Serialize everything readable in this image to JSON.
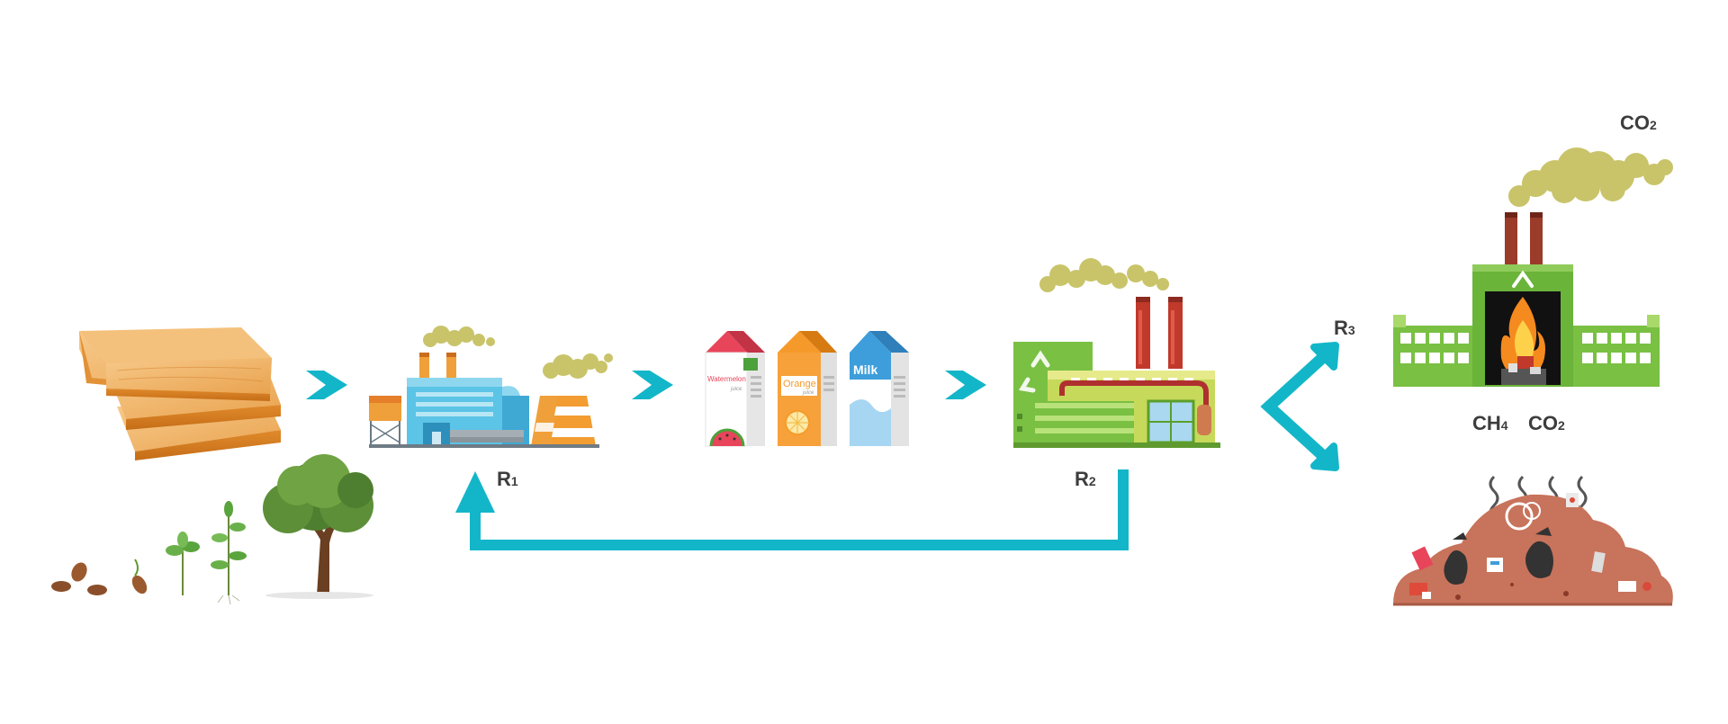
{
  "colors": {
    "flow_arrow": "#13b6c8",
    "smoke": "#c9c46a",
    "wood": "#e9a34f",
    "factory_blue": "#5cc4e6",
    "factory_green": "#79c043",
    "landfill": "#c8735b",
    "label": "#3d3d3d"
  },
  "stages": [
    {
      "name": "wood-planks",
      "icon": "wood-planks-icon"
    },
    {
      "name": "tree-growth",
      "icon": "seed-to-tree-icon"
    },
    {
      "name": "paper-mill",
      "icon": "paper-mill-factory-icon"
    },
    {
      "name": "beverage-cartons",
      "icon": "carton-packages-icon",
      "cartons": [
        "Watermelon",
        "juice",
        "Orange",
        "juice",
        "Milk"
      ]
    },
    {
      "name": "recycling-plant",
      "icon": "recycling-factory-icon"
    },
    {
      "name": "incineration-plant",
      "icon": "incinerator-icon"
    },
    {
      "name": "landfill",
      "icon": "landfill-icon"
    }
  ],
  "routes": {
    "r1": {
      "main": "R",
      "sub": "1"
    },
    "r2": {
      "main": "R",
      "sub": "2"
    },
    "r3": {
      "main": "R",
      "sub": "3"
    }
  },
  "emissions": {
    "incineration": {
      "main": "CO",
      "sub": "2"
    },
    "landfill_methane": {
      "main": "CH",
      "sub": "4"
    },
    "landfill_co2": {
      "main": "CO",
      "sub": "2"
    }
  }
}
